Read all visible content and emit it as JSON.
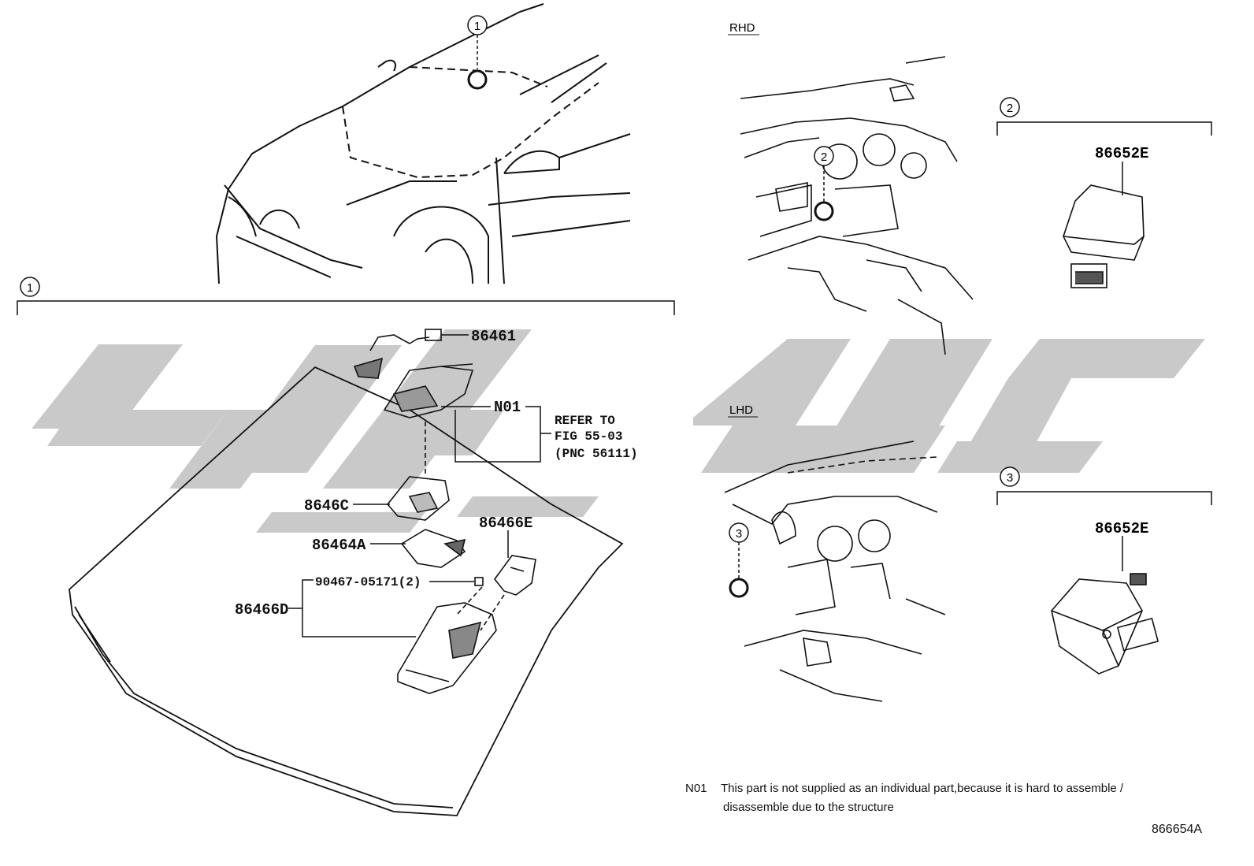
{
  "callouts": {
    "c1": "1",
    "c2": "2",
    "c3": "3"
  },
  "views": {
    "rhd": "RHD",
    "lhd": "LHD"
  },
  "parts": {
    "p86461": "86461",
    "n01": "N01",
    "p8646c": "8646C",
    "p86464a": "86464A",
    "p86466e": "86466E",
    "p90467": "90467-05171(2)",
    "p86466d": "86466D",
    "p86652e_top": "86652E",
    "p86652e_bottom": "86652E"
  },
  "refer": {
    "line1": "REFER TO",
    "line2": "FIG 55-03",
    "line3": "(PNC 56111)"
  },
  "note": {
    "code": "N01",
    "line1": "This part is not supplied as an individual part,because it is hard to assemble /",
    "line2": "disassemble due to the structure"
  },
  "figure_id": "866654A",
  "colors": {
    "line": "#111111",
    "watermark": "#c9c9c9"
  }
}
